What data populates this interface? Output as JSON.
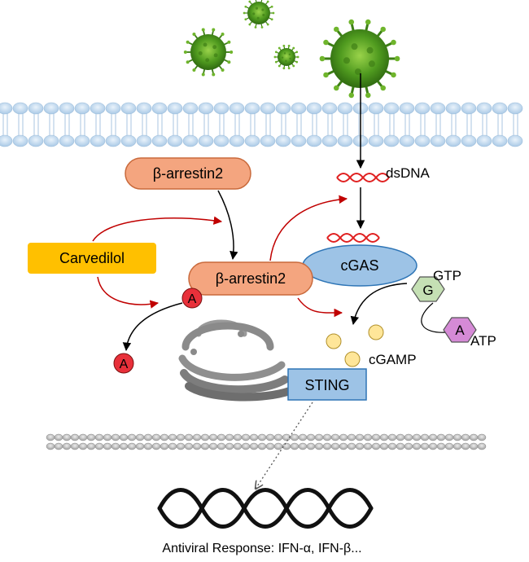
{
  "labels": {
    "beta_arrestin2_top": "β-arrestin2",
    "beta_arrestin2_mid": "β-arrestin2",
    "carvedilol": "Carvedilol",
    "cgas": "cGAS",
    "dsdna": "dsDNA",
    "gtp": "GTP",
    "atp": "ATP",
    "g_glyph": "G",
    "a_glyph": "A",
    "cgamp": "cGAMP",
    "sting": "STING",
    "a_marker": "A",
    "a_marker_free": "A",
    "response": "Antiviral Response: IFN-α, IFN-β..."
  },
  "colors": {
    "arrestin_fill": "#f4a57f",
    "arrestin_stroke": "#c96a3c",
    "carvedilol_fill": "#ffc000",
    "cgas_fill": "#9dc3e6",
    "cgas_stroke": "#2e75b6",
    "sting_fill": "#9dc3e6",
    "sting_stroke": "#2e75b6",
    "dna_red": "#e02020",
    "arrow_red": "#c00000",
    "a_marker": "#e8303a",
    "g_hexagon": "#c5e0b4",
    "a_hexagon": "#d58ad6",
    "cgamp_dot": "#ffe699",
    "virus": "#4f9a1f",
    "membrane": "#bdd7ee"
  },
  "icons": [
    "virus-icon",
    "membrane-icon",
    "golgi-icon",
    "dna-helix-icon"
  ]
}
